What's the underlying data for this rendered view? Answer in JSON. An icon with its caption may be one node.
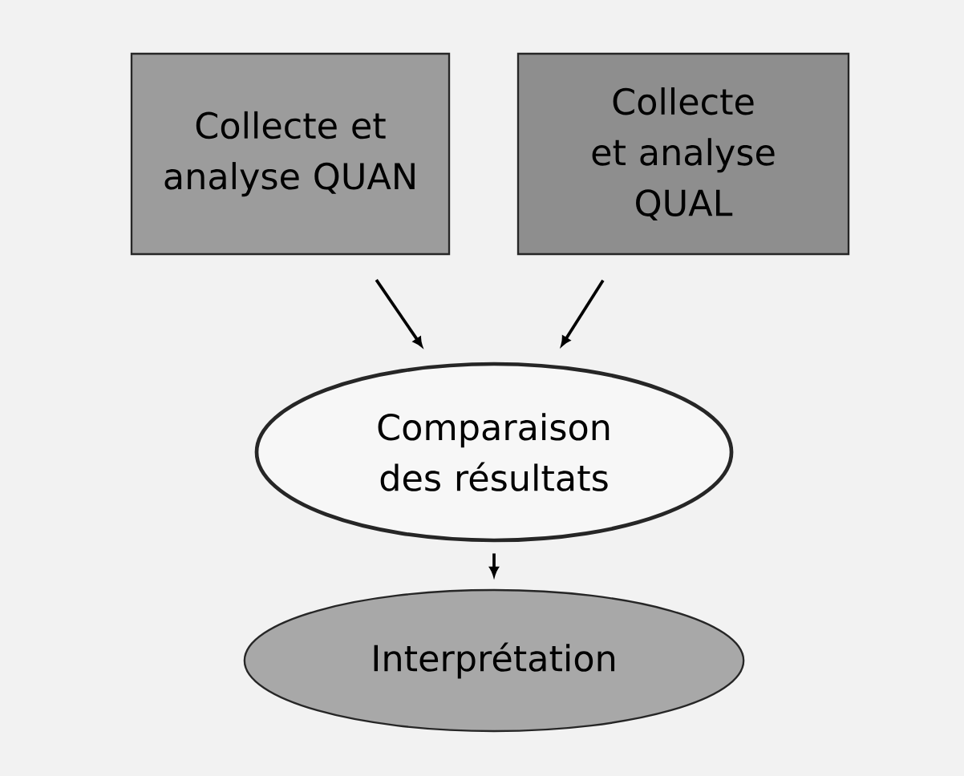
{
  "diagram": {
    "nodes": [
      {
        "text": [
          "Collecte et analyse QUAN"
        ]
      },
      {
        "text": [
          "Collecte et analyse QUAL"
        ]
      },
      {
        "text": [
          "Comparaison des résultats"
        ]
      },
      {
        "text": [
          "Interprétation"
        ]
      }
    ],
    "edges": [
      {
        "from": 0,
        "to": 2,
        "arrow": "to"
      },
      {
        "from": 1,
        "to": 2,
        "arrow": "to"
      },
      {
        "from": 2,
        "to": 3,
        "arrow": "to"
      }
    ]
  }
}
